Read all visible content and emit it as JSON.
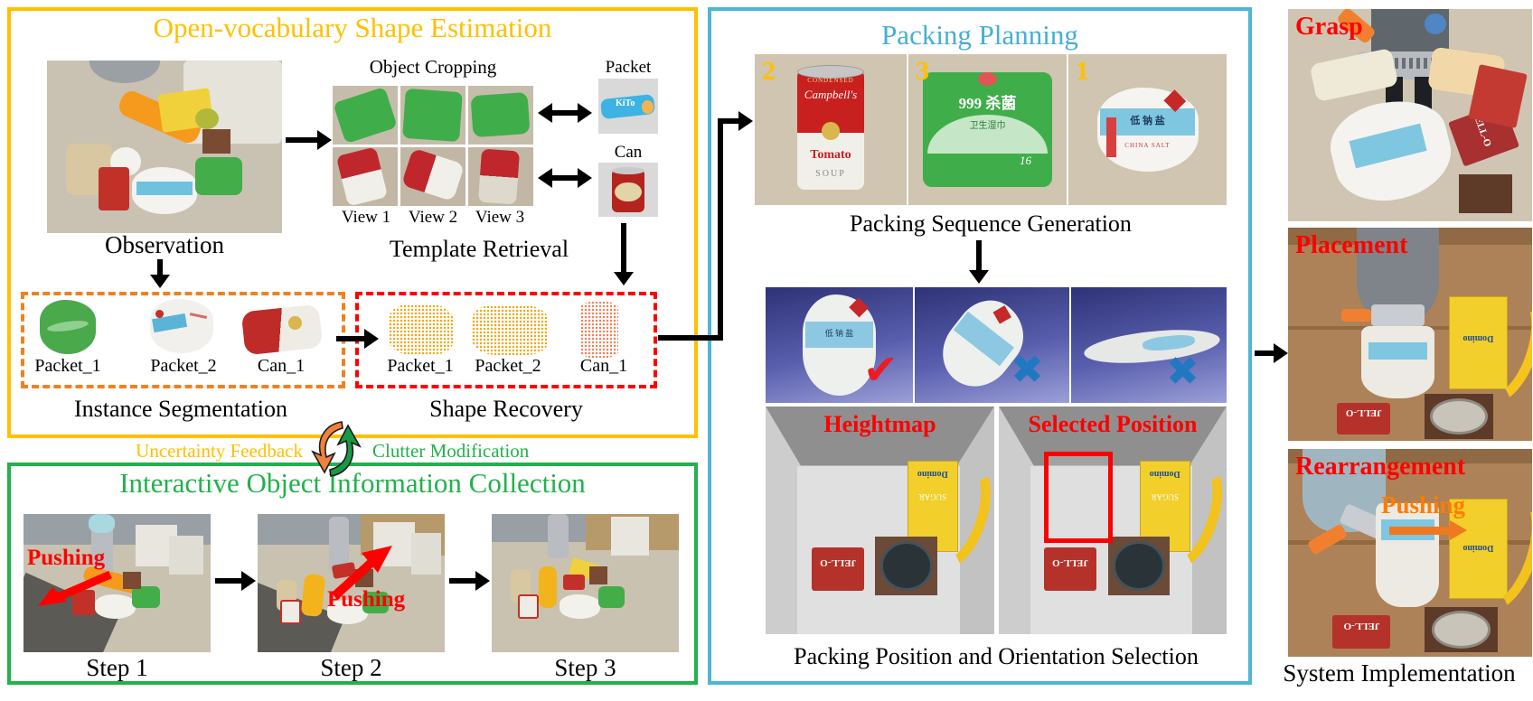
{
  "figure": {
    "shape_estimation": {
      "title": "Open-vocabulary Shape Estimation",
      "observation_caption": "Observation",
      "object_cropping_label": "Object Cropping",
      "view_labels": [
        "View 1",
        "View 2",
        "View 3"
      ],
      "template_retrieval_caption": "Template Retrieval",
      "template_packet_label": "Packet",
      "template_can_label": "Can",
      "instance_segmentation": {
        "caption": "Instance Segmentation",
        "items": [
          "Packet_1",
          "Packet_2",
          "Can_1"
        ]
      },
      "shape_recovery": {
        "caption": "Shape Recovery",
        "items": [
          "Packet_1",
          "Packet_2",
          "Can_1"
        ]
      }
    },
    "feedback": {
      "uncertainty_label": "Uncertainty Feedback",
      "clutter_label": "Clutter Modification"
    },
    "interactive_collection": {
      "title": "Interactive Object Information Collection",
      "pushing_label_1": "Pushing",
      "pushing_label_2": "Pushing",
      "step_captions": [
        "Step 1",
        "Step 2",
        "Step 3"
      ]
    },
    "packing_planning": {
      "title": "Packing Planning",
      "sequence_numbers": [
        "2",
        "3",
        "1"
      ],
      "sequence_caption": "Packing Sequence Generation",
      "heightmap_label": "Heightmap",
      "selected_position_label": "Selected Position",
      "position_caption": "Packing Position and Orientation Selection"
    },
    "implementation": {
      "grasp_label": "Grasp",
      "placement_label": "Placement",
      "rearrangement_label": "Rearrangement",
      "pushing_label": "Pushing",
      "caption": "System Implementation"
    },
    "product_text": {
      "campbells": "Campbell's",
      "condensed": "CONDENSED",
      "tomato": "Tomato",
      "soup": "SOUP",
      "nine99": "999 杀菌",
      "wipes": "卫生湿巾",
      "count16": "16",
      "jello": "JELL-O",
      "china_salt": "CHINA SALT",
      "salt_cn": "低 钠 盐",
      "sugar_brand": "Domino",
      "sugar_word": "SUGAR",
      "kito": "KiTo"
    },
    "colors": {
      "panel_yellow": "#FFC000",
      "panel_green": "#22B14C",
      "panel_cyan": "#4FB6D6",
      "dash_orange": "#F0811F",
      "dash_red": "#FF0000",
      "check_red": "#ED1C24",
      "cross_blue": "#2079C0",
      "push_orange": "#FF7C00",
      "sequence_number_gold": "#FFC000"
    }
  }
}
